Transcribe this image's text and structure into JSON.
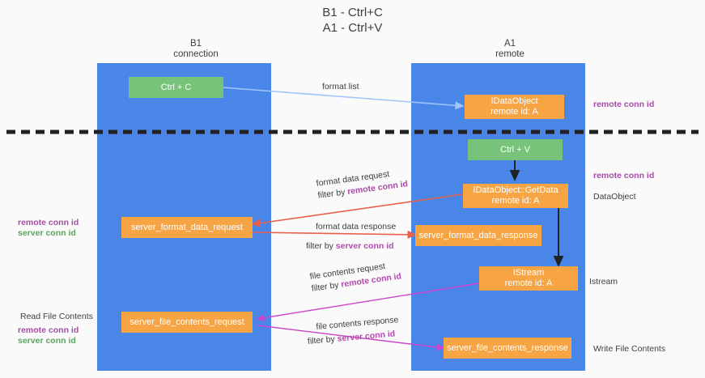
{
  "title": {
    "line1": "B1 - Ctrl+C",
    "line2": "A1 - Ctrl+V"
  },
  "columns": [
    {
      "name": "B1",
      "sub": "connection"
    },
    {
      "name": "A1",
      "sub": "remote"
    }
  ],
  "colors": {
    "lane": "#4a86e8",
    "node_orange": "#f6a444",
    "node_green": "#77c37a",
    "accent_purple": "#a64ca6",
    "accent_green": "#5aa55f",
    "arrow_blue": "#9fc5f8",
    "arrow_red": "#e8604c",
    "arrow_magenta": "#cc44cc",
    "arrow_black": "#202124",
    "divider": "#202124",
    "text": "#3c4043",
    "background": "#fafafa"
  },
  "nodes": {
    "ctrl_c": {
      "line1": "Ctrl + C",
      "line2": ""
    },
    "idataobject": {
      "line1": "IDataObject",
      "line2": "remote id: A"
    },
    "ctrl_v": {
      "line1": "Ctrl + V",
      "line2": ""
    },
    "getdata": {
      "line1": "IDataObject::GetData",
      "line2": "remote id: A"
    },
    "server_format_data_request": {
      "line1": "server_format_data_request",
      "line2": ""
    },
    "server_format_data_response": {
      "line1": "server_format_data_response",
      "line2": ""
    },
    "istream": {
      "line1": "IStream",
      "line2": "remote id: A"
    },
    "server_file_contents_request": {
      "line1": "server_file_contents_request",
      "line2": ""
    },
    "server_file_contents_response": {
      "line1": "server_file_contents_response",
      "line2": ""
    }
  },
  "edge_labels": {
    "format_list": "format list",
    "format_data_request": "format data request",
    "format_data_request_filter_prefix": "filter by ",
    "format_data_request_filter_key": "remote conn id",
    "format_data_response": "format data response",
    "format_data_response_filter_prefix": "filter by ",
    "format_data_response_filter_key": "server conn id",
    "file_contents_request": "file contents request",
    "file_contents_request_filter_prefix": "filter by ",
    "file_contents_request_filter_key": "remote conn id",
    "file_contents_response": "file contents response",
    "file_contents_response_filter_prefix": "filter by ",
    "file_contents_response_filter_key": "server conn id"
  },
  "side_labels": {
    "right_remote_conn_id_top": "remote conn id",
    "right_remote_conn_id_mid": "remote conn id",
    "right_dataobject": "DataObject",
    "right_istream": "Istream",
    "right_write_file_contents": "Write File Contents",
    "left_remote_conn_id_mid": "remote conn id",
    "left_server_conn_id_mid": "server conn id",
    "left_read_file_contents": "Read File Contents",
    "left_remote_conn_id_bot": "remote conn id",
    "left_server_conn_id_bot": "server conn id"
  }
}
